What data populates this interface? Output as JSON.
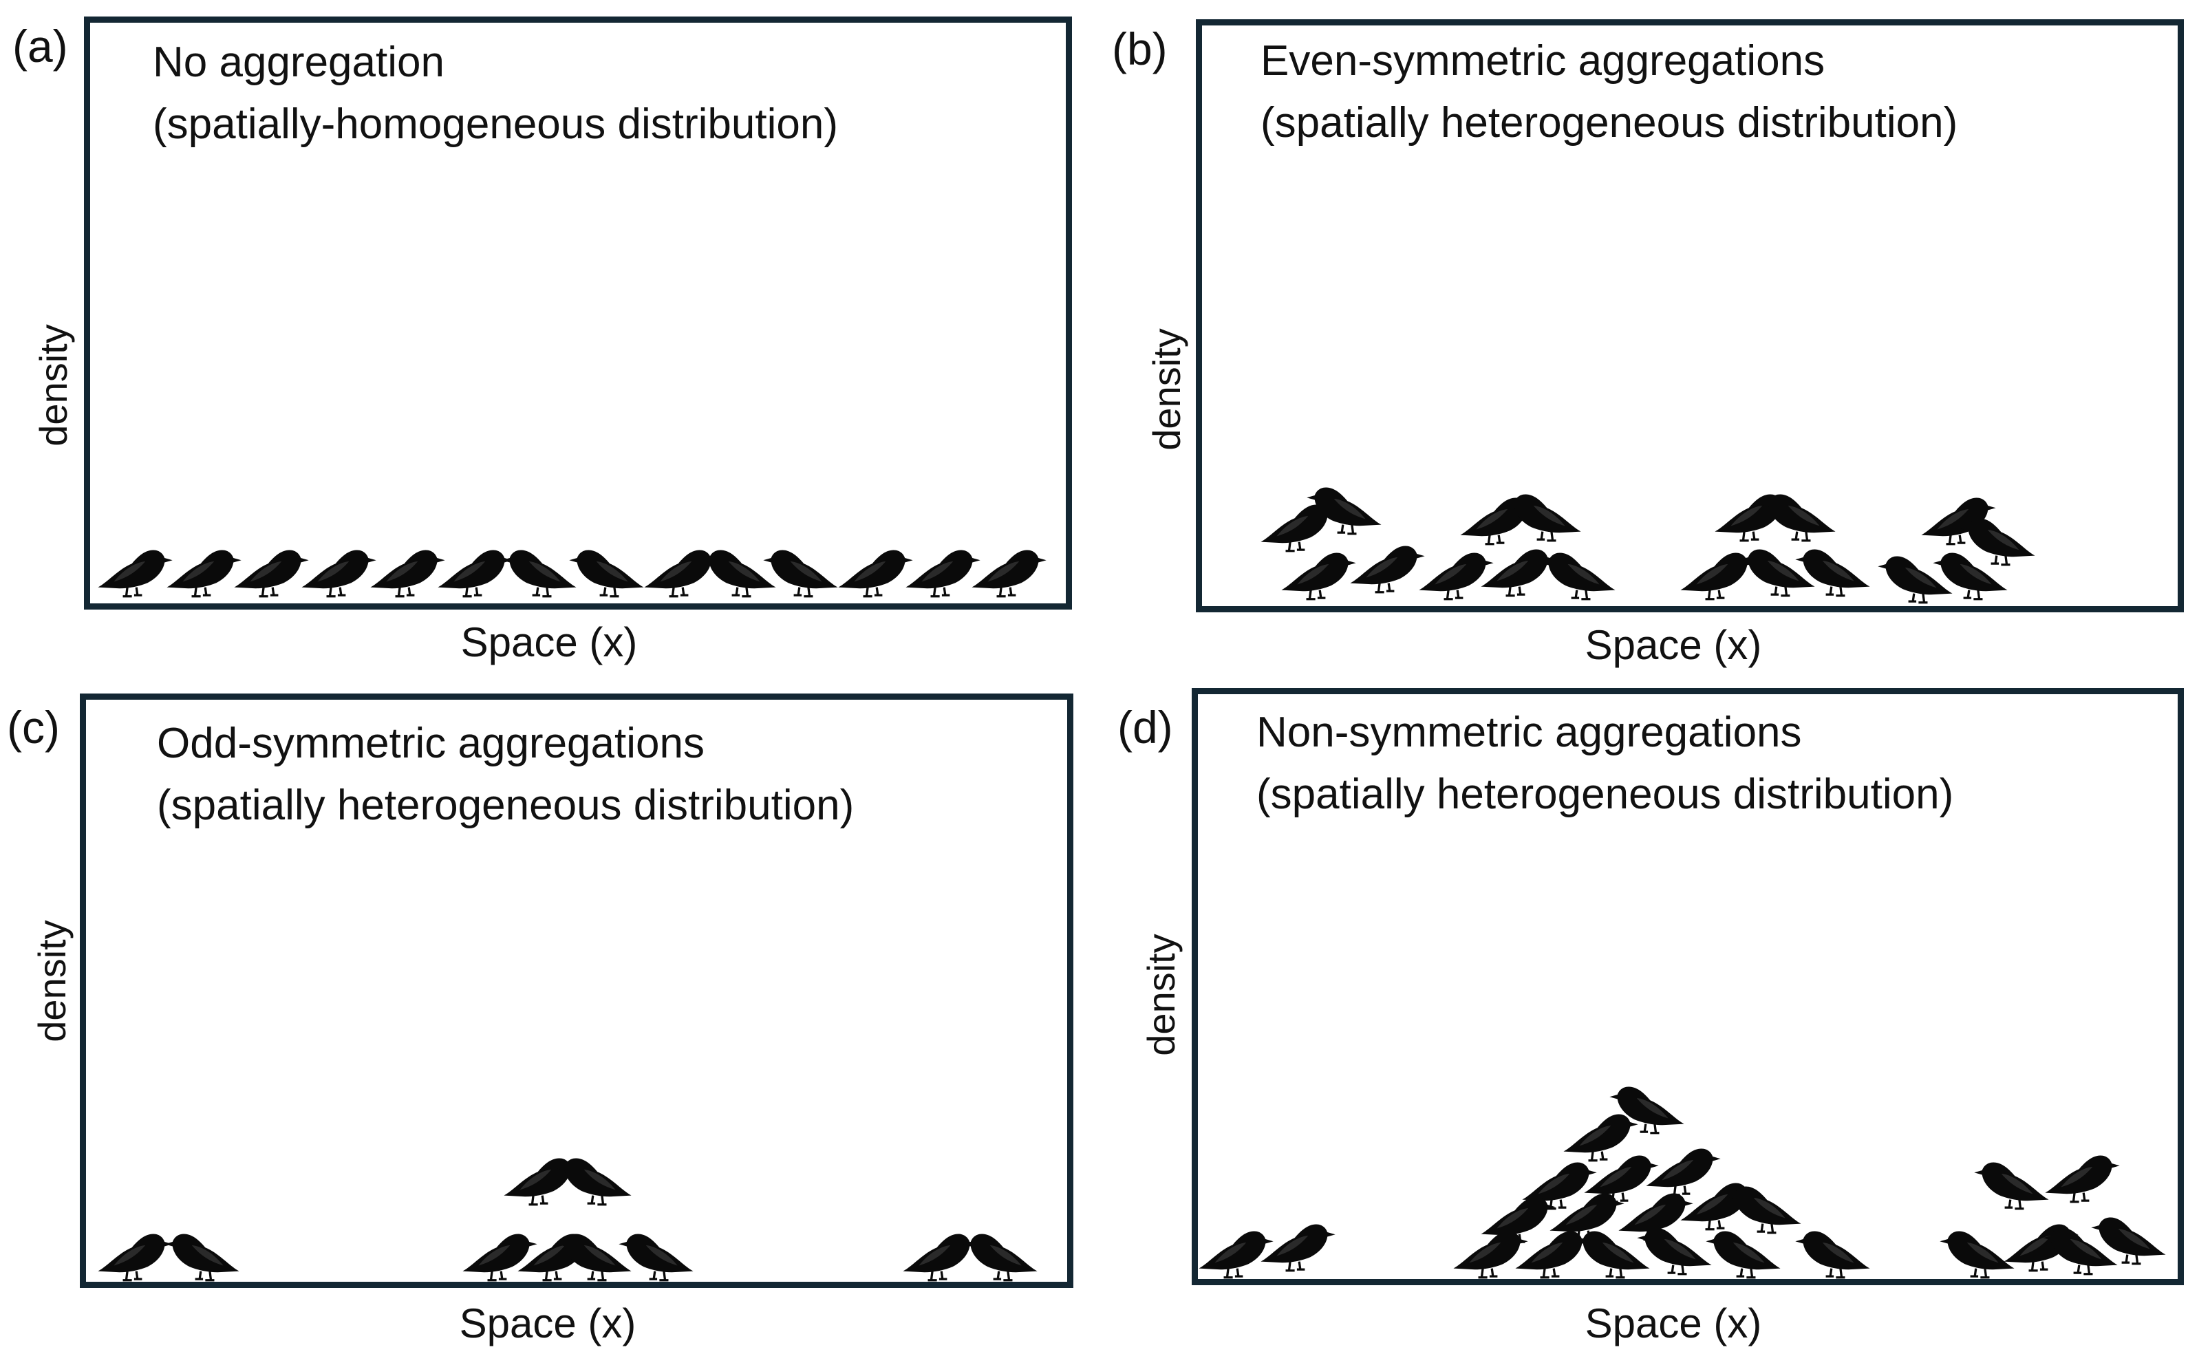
{
  "colors": {
    "frame": "#132733",
    "bird": "#0a0a0a",
    "text": "#111111"
  },
  "panels": [
    {
      "letter": "(a)",
      "title_line1": "No aggregation",
      "title_line2": "(spatially-homogeneous distribution)",
      "ylabel": "density",
      "xlabel": "Space (x)",
      "bird_icon": "bird-silhouette-icon"
    },
    {
      "letter": "(b)",
      "title_line1": "Even-symmetric aggregations",
      "title_line2": "(spatially heterogeneous distribution)",
      "ylabel": "density",
      "xlabel": "Space (x)",
      "bird_icon": "bird-silhouette-icon"
    },
    {
      "letter": "(c)",
      "title_line1": "Odd-symmetric aggregations",
      "title_line2": "(spatially heterogeneous distribution)",
      "ylabel": "density",
      "xlabel": "Space (x)",
      "bird_icon": "bird-silhouette-icon"
    },
    {
      "letter": "(d)",
      "title_line1": "Non-symmetric aggregations",
      "title_line2": "(spatially heterogeneous distribution)",
      "ylabel": "density",
      "xlabel": "Space (x)",
      "bird_icon": "bird-silhouette-icon"
    }
  ]
}
